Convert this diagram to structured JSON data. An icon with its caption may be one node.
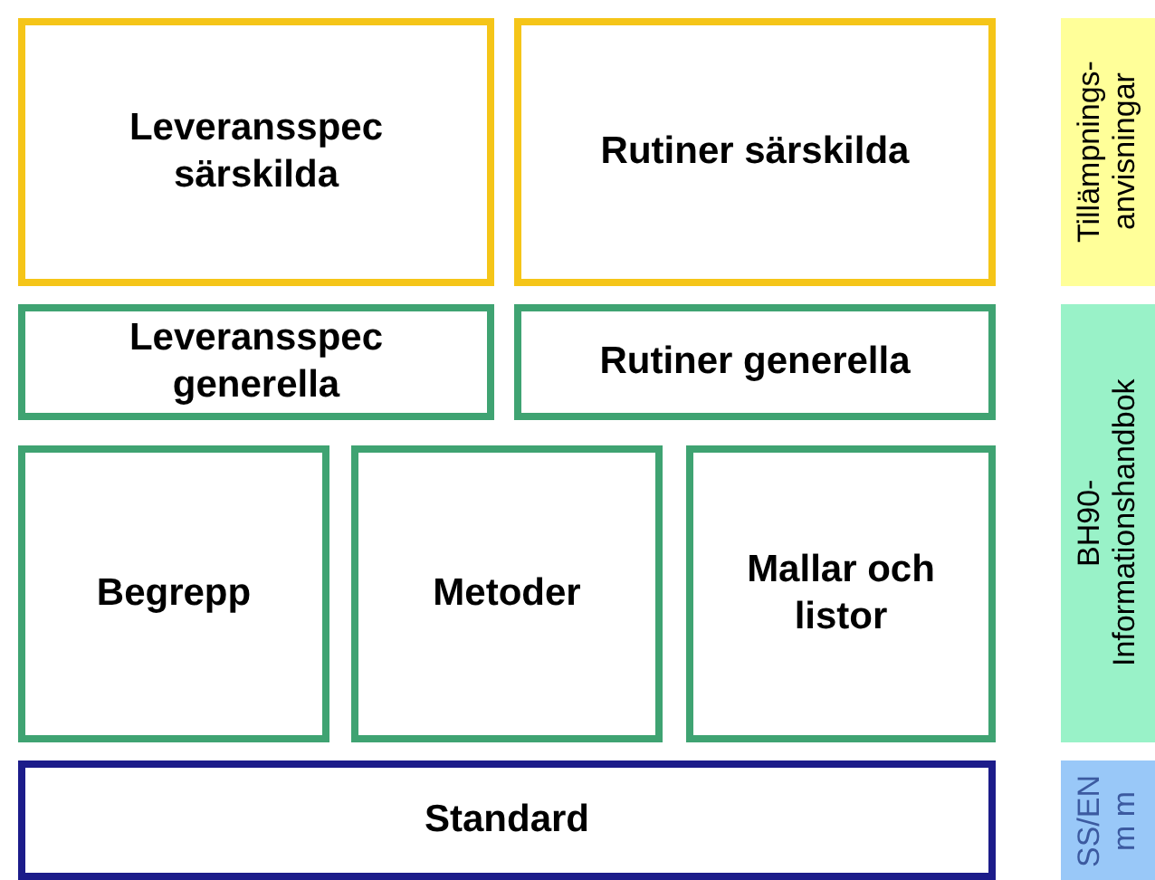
{
  "diagram": {
    "nodes": [
      {
        "text": [
          "Leveransspec särskilda"
        ]
      },
      {
        "text": [
          "Rutiner särskilda"
        ]
      },
      {
        "text": [
          "Leveransspec generella"
        ]
      },
      {
        "text": [
          "Rutiner generella"
        ]
      },
      {
        "text": [
          "Begrepp"
        ]
      },
      {
        "text": [
          "Metoder"
        ]
      },
      {
        "text": [
          "Mallar och listor"
        ]
      },
      {
        "text": [
          "Standard"
        ]
      },
      {
        "text": [
          "Tillämpnings-anvisningar"
        ]
      },
      {
        "text": [
          "BH90-Informationshandbok"
        ]
      },
      {
        "text": [
          "SS/EN m m"
        ]
      }
    ]
  }
}
